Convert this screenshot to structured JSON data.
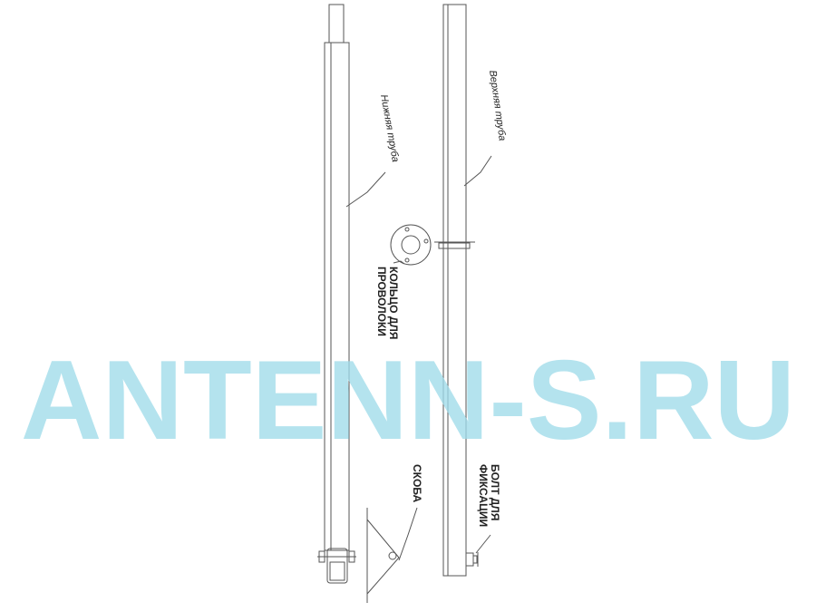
{
  "labels": {
    "lower_tube": "Нижняя труба",
    "upper_tube": "Верхняя труба",
    "wire_ring_line1": "КОЛЬЦО ДЛЯ",
    "wire_ring_line2": "ПРОВОЛОКИ",
    "fix_bolt_line1": "БОЛТ  ДЛЯ",
    "fix_bolt_line2": "ФИКСАЦИИ",
    "bracket": "СКОБА"
  },
  "watermark": "ANTENN-S.RU",
  "colors": {
    "watermark": "#9fdcea",
    "lines": "#555555"
  }
}
